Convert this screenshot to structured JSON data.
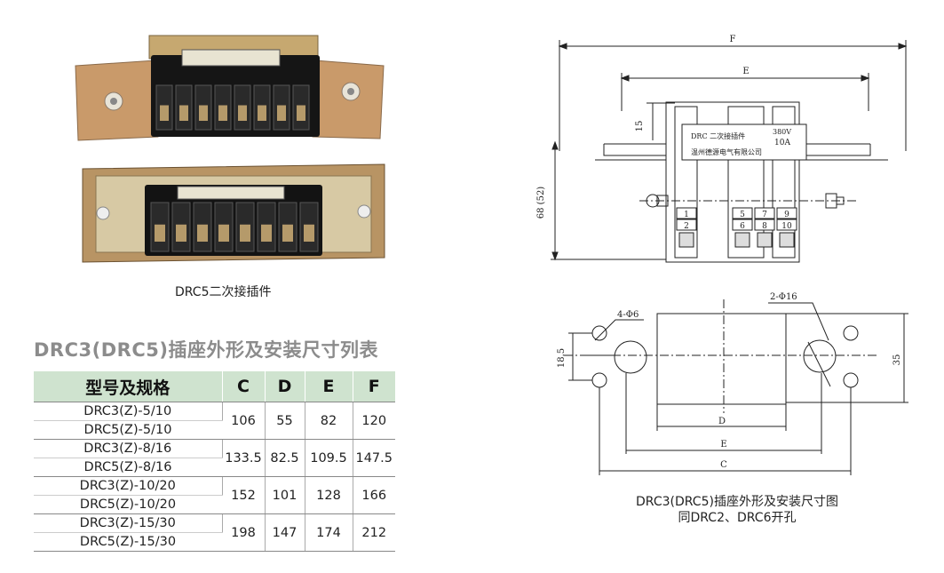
{
  "photo": {
    "caption": "DRC5二次接插件",
    "connector1": {
      "terminal_count": 8
    },
    "connector2": {
      "terminal_count": 8
    }
  },
  "table": {
    "title": "DRC3(DRC5)插座外形及安装尺寸列表",
    "headers": [
      "型号及规格",
      "C",
      "D",
      "E",
      "F"
    ],
    "groups": [
      {
        "models": [
          "DRC3(Z)-5/10",
          "DRC5(Z)-5/10"
        ],
        "C": "106",
        "D": "55",
        "E": "82",
        "F": "120"
      },
      {
        "models": [
          "DRC3(Z)-8/16",
          "DRC5(Z)-8/16"
        ],
        "C": "133.5",
        "D": "82.5",
        "E": "109.5",
        "F": "147.5"
      },
      {
        "models": [
          "DRC3(Z)-10/20",
          "DRC5(Z)-10/20"
        ],
        "C": "152",
        "D": "101",
        "E": "128",
        "F": "166"
      },
      {
        "models": [
          "DRC3(Z)-15/30",
          "DRC5(Z)-15/30"
        ],
        "C": "198",
        "D": "147",
        "E": "174",
        "F": "212"
      }
    ]
  },
  "drawing_top": {
    "dim_F": "F",
    "dim_E": "E",
    "dim_15": "15",
    "dim_68": "68 (52)",
    "label_line1": "DRC  二次接插件",
    "label_voltage": "380V",
    "label_current": "10A",
    "label_line2": "温州德源电气有限公司",
    "terminals_top": [
      "1",
      "5",
      "7",
      "9"
    ],
    "terminals_bottom": [
      "2",
      "6",
      "8",
      "10"
    ]
  },
  "drawing_bottom": {
    "holes_small": "4-Φ6",
    "holes_large": "2-Φ16",
    "dim_18_5": "18.5",
    "dim_35": "35",
    "dim_D": "D",
    "dim_E": "E",
    "dim_C": "C",
    "caption_line1": "DRC3(DRC5)插座外形及安装尺寸图",
    "caption_line2": "同DRC2、DRC6开孔"
  }
}
